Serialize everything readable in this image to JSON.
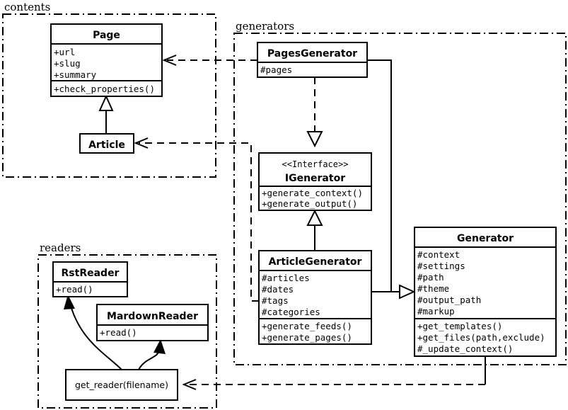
{
  "diagram": {
    "kind": "uml-class-diagram",
    "background": "#ffffff",
    "line_color": "#000000"
  },
  "packages": [
    {
      "id": "contents",
      "label": "contents"
    },
    {
      "id": "generators",
      "label": "generators"
    },
    {
      "id": "readers",
      "label": "readers"
    }
  ],
  "classes": {
    "page": {
      "name": "Page",
      "attributes": [
        "+url",
        "+slug",
        "+summary"
      ],
      "methods": [
        "+check_properties()"
      ]
    },
    "article": {
      "name": "Article",
      "attributes": [],
      "methods": []
    },
    "pages_generator": {
      "name": "PagesGenerator",
      "attributes": [
        "#pages"
      ],
      "methods": []
    },
    "igenerator": {
      "stereotype": "<<Interface>>",
      "name": "IGenerator",
      "attributes": [],
      "methods": [
        "+generate_context()",
        "+generate_output()"
      ]
    },
    "article_generator": {
      "name": "ArticleGenerator",
      "attributes": [
        "#articles",
        "#dates",
        "#tags",
        "#categories"
      ],
      "methods": [
        "+generate_feeds()",
        "+generate_pages()"
      ]
    },
    "generator": {
      "name": "Generator",
      "attributes": [
        "#context",
        "#settings",
        "#path",
        "#theme",
        "#output_path",
        "#markup"
      ],
      "methods": [
        "+get_templates()",
        "+get_files(path,exclude)",
        "#_update_context()"
      ]
    },
    "rst_reader": {
      "name": "RstReader",
      "attributes": [],
      "methods": [
        "+read()"
      ]
    },
    "mardown_reader": {
      "name": "MardownReader",
      "attributes": [],
      "methods": [
        "+read()"
      ]
    },
    "get_reader": {
      "name": "get_reader(filename)"
    }
  },
  "relations": [
    {
      "id": "article-inherits-page",
      "type": "generalization",
      "from": "Article",
      "to": "Page"
    },
    {
      "id": "pagesgenerator-uses-page",
      "type": "dependency",
      "from": "PagesGenerator",
      "to": "Page"
    },
    {
      "id": "articlegenerator-uses-article",
      "type": "dependency",
      "from": "ArticleGenerator",
      "to": "Article"
    },
    {
      "id": "pagesgenerator-realizes-igenerator",
      "type": "realization",
      "from": "PagesGenerator",
      "to": "IGenerator"
    },
    {
      "id": "articlegenerator-realizes-igenerator",
      "type": "realization",
      "from": "ArticleGenerator",
      "to": "IGenerator"
    },
    {
      "id": "pagesgenerator-inherits-generator",
      "type": "generalization",
      "from": "PagesGenerator",
      "to": "Generator"
    },
    {
      "id": "articlegenerator-inherits-generator",
      "type": "generalization",
      "from": "ArticleGenerator",
      "to": "Generator"
    },
    {
      "id": "generator-uses-getreader",
      "type": "dependency",
      "from": "Generator",
      "to": "get_reader(filename)"
    },
    {
      "id": "getreader-returns-rstreader",
      "type": "association",
      "from": "get_reader(filename)",
      "to": "RstReader"
    },
    {
      "id": "getreader-returns-mardownreader",
      "type": "association",
      "from": "get_reader(filename)",
      "to": "MardownReader"
    }
  ]
}
